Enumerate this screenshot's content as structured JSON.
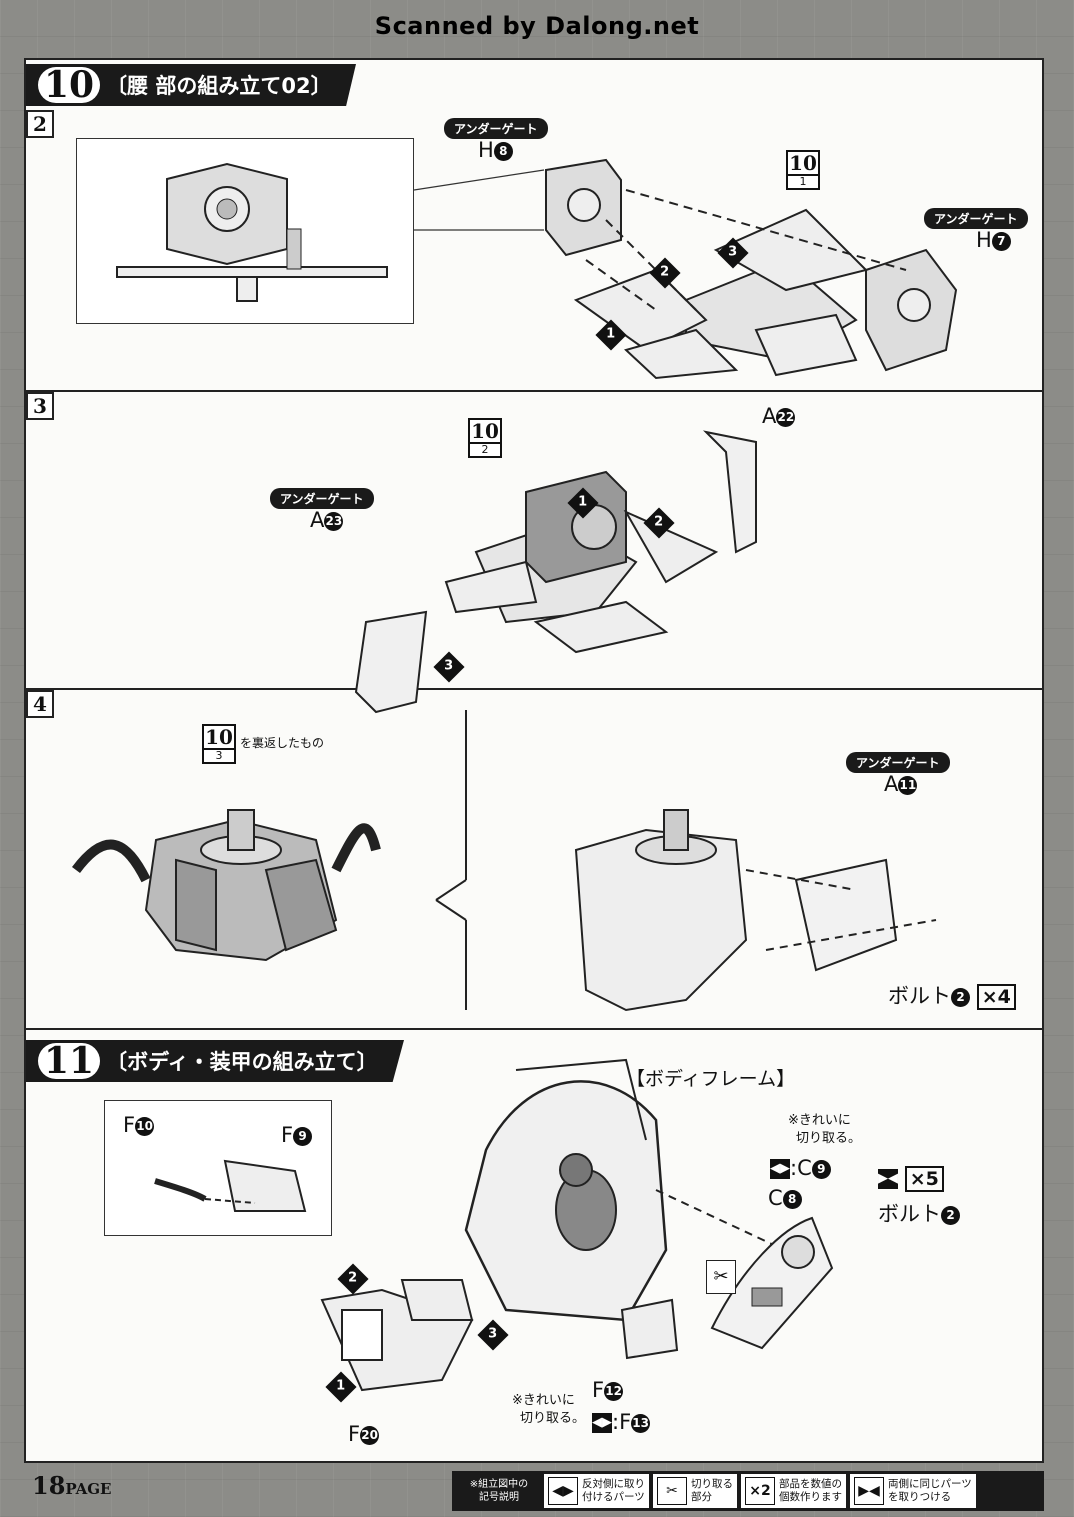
{
  "scan_credit": "Scanned by Dalong.net",
  "section10": {
    "number": "10",
    "title": "〔腰 部の組み立て02〕",
    "step2": {
      "label": "2",
      "under_gate_1": "アンダーゲート",
      "part_h8": "H",
      "part_h8_num": "8",
      "under_gate_2": "アンダーゲート",
      "part_h7": "H",
      "part_h7_num": "7",
      "ref_big": "10",
      "ref_small": "1",
      "arrows": [
        "1",
        "2",
        "3"
      ]
    },
    "step3": {
      "label": "3",
      "part_a22": "A",
      "part_a22_num": "22",
      "under_gate": "アンダーゲート",
      "part_a23": "A",
      "part_a23_num": "23",
      "ref_big": "10",
      "ref_small": "2",
      "arrows": [
        "1",
        "2",
        "3"
      ]
    },
    "step4": {
      "label": "4",
      "ref_big": "10",
      "ref_small": "3",
      "ref_note": "を裏返したもの",
      "under_gate": "アンダーゲート",
      "part_a11": "A",
      "part_a11_num": "11",
      "bolt": "ボルト",
      "bolt_num": "2",
      "bolt_qty": "×4"
    }
  },
  "section11": {
    "number": "11",
    "title": "〔ボディ・装甲の組み立て〕",
    "body_frame": "【ボディフレーム】",
    "inset_f10": "F",
    "inset_f10_num": "10",
    "inset_f9": "F",
    "inset_f9_num": "9",
    "cut_note_1a": "※きれいに",
    "cut_note_1b": "切り取る。",
    "c9": ":C",
    "c9_num": "9",
    "c8": "C",
    "c8_num": "8",
    "qty_x5": "×5",
    "bolt": "ボルト",
    "bolt_num": "2",
    "f20": "F",
    "f20_num": "20",
    "cut_note_2a": "※きれいに",
    "cut_note_2b": "切り取る。",
    "f12": "F",
    "f12_num": "12",
    "f13": ":F",
    "f13_num": "13",
    "arrows": [
      "1",
      "2",
      "3"
    ]
  },
  "footer": {
    "page": "18",
    "page_suffix": "PAGE",
    "legend_title_1": "※組立図中の",
    "legend_title_2": "記号説明",
    "legend": [
      {
        "icon": "◀▶",
        "line1": "反対側に取り",
        "line2": "付けるパーツ"
      },
      {
        "icon": "✂",
        "line1": "切り取る",
        "line2": "部分"
      },
      {
        "icon": "×2",
        "line1": "部品を数値の",
        "line2": "個数作ります"
      },
      {
        "icon": "▶◀",
        "line1": "両側に同じパーツ",
        "line2": "を取りつける"
      }
    ]
  }
}
